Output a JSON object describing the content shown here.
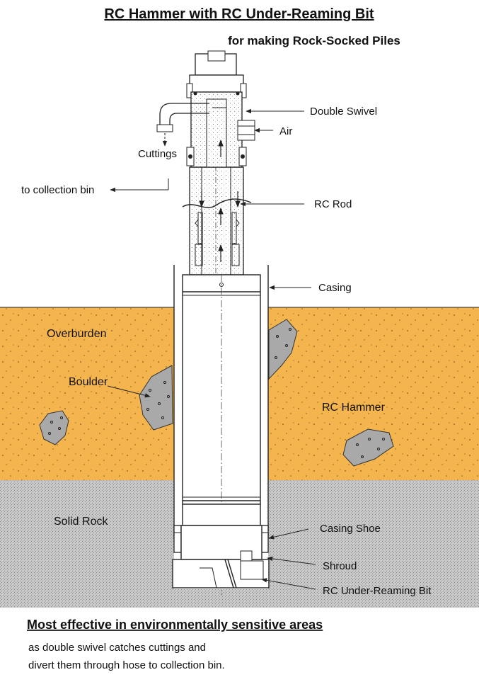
{
  "title": "RC Hammer with RC Under-Reaming Bit",
  "subtitle": "for making Rock-Socked Piles",
  "labels": {
    "double_swivel": "Double Swivel",
    "air": "Air",
    "cuttings": "Cuttings",
    "collection_bin": "to collection bin",
    "rc_rod": "RC Rod",
    "casing": "Casing",
    "overburden": "Overburden",
    "boulder": "Boulder",
    "rc_hammer": "RC Hammer",
    "solid_rock": "Solid Rock",
    "casing_shoe": "Casing Shoe",
    "shroud": "Shroud",
    "rc_under_reaming_bit": "RC Under-Reaming Bit"
  },
  "footer": {
    "heading": "Most effective in environmentally sensitive areas",
    "line1": "as double swivel catches cuttings and",
    "line2": "divert them through hose to collection bin."
  },
  "colors": {
    "overburden": "#f5b54e",
    "solid_rock": "#c4c4c4",
    "boulder": "#a9a9a9"
  }
}
